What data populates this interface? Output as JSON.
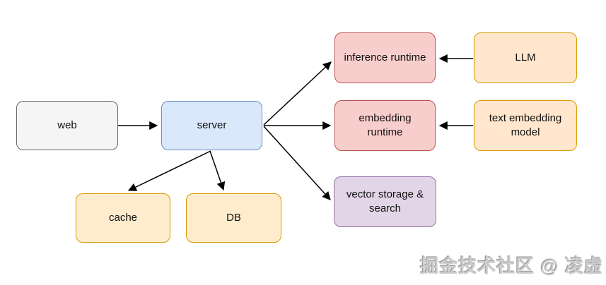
{
  "diagram": {
    "nodes": {
      "web": {
        "label": "web"
      },
      "server": {
        "label": "server"
      },
      "inference_runtime": {
        "label": "inference runtime"
      },
      "llm": {
        "label": "LLM"
      },
      "embedding_runtime": {
        "label": "embedding runtime"
      },
      "text_embedding_model": {
        "label": "text embedding model"
      },
      "vector_storage": {
        "label": "vector storage & search"
      },
      "cache": {
        "label": "cache"
      },
      "db": {
        "label": "DB"
      }
    },
    "edges": [
      {
        "from": "web",
        "to": "server"
      },
      {
        "from": "server",
        "to": "inference_runtime"
      },
      {
        "from": "server",
        "to": "embedding_runtime"
      },
      {
        "from": "server",
        "to": "vector_storage"
      },
      {
        "from": "server",
        "to": "cache"
      },
      {
        "from": "server",
        "to": "db"
      },
      {
        "from": "llm",
        "to": "inference_runtime"
      },
      {
        "from": "text_embedding_model",
        "to": "embedding_runtime"
      }
    ],
    "colors": {
      "web_fill": "#f5f5f5",
      "web_border": "#666666",
      "server_fill": "#dae8fc",
      "server_border": "#6c8ebf",
      "runtime_fill": "#f8cecc",
      "runtime_border": "#b85450",
      "model_fill": "#ffe6cc",
      "model_border": "#d79b00",
      "storage_fill": "#ffeccd",
      "storage_border": "#d79b00",
      "vector_fill": "#e1d5e7",
      "vector_border": "#9673a6",
      "arrow": "#000000"
    }
  },
  "watermark": {
    "text": "掘金技术社区 @ 凌虚"
  }
}
